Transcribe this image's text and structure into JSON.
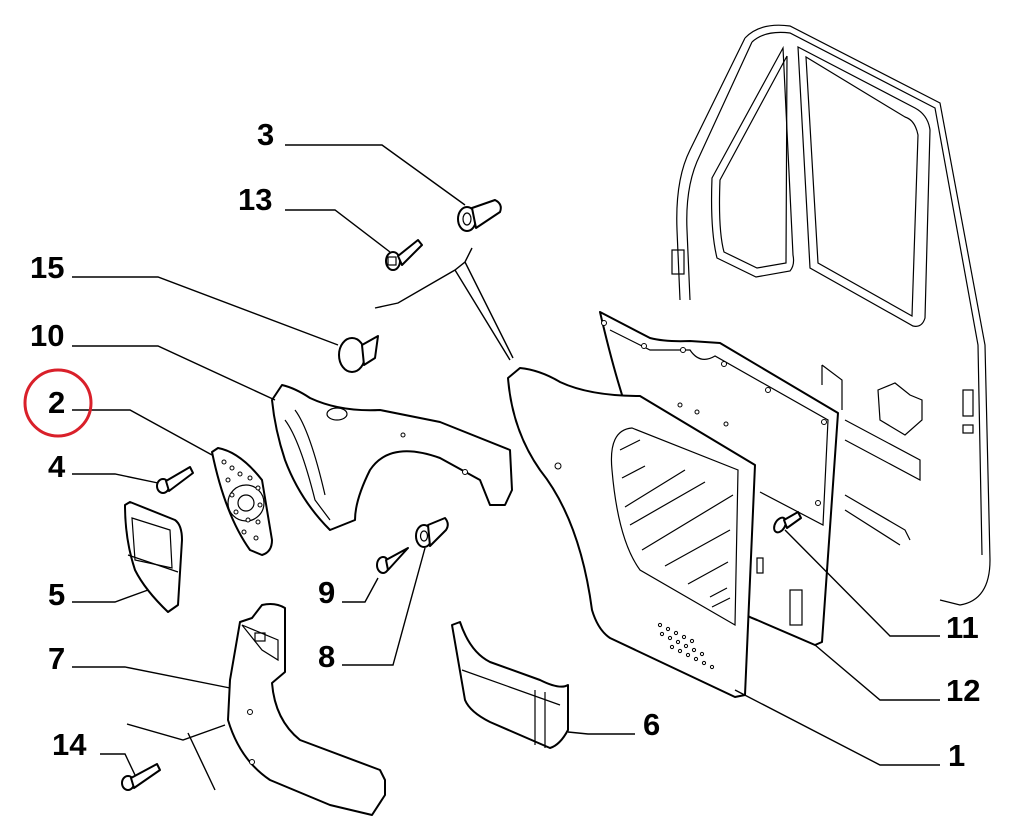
{
  "diagram": {
    "title": "Door trim panel exploded parts diagram",
    "highlight_color": "#d9202a",
    "highlighted_callout": "2",
    "callouts": [
      {
        "id": "c1",
        "label": "1",
        "part": "door-trim-panel"
      },
      {
        "id": "c2",
        "label": "2",
        "part": "speaker-grille"
      },
      {
        "id": "c3",
        "label": "3",
        "part": "push-clip"
      },
      {
        "id": "c4",
        "label": "4",
        "part": "bolt"
      },
      {
        "id": "c5",
        "label": "5",
        "part": "handle-bezel"
      },
      {
        "id": "c6",
        "label": "6",
        "part": "door-pocket"
      },
      {
        "id": "c7",
        "label": "7",
        "part": "armrest-lower"
      },
      {
        "id": "c8",
        "label": "8",
        "part": "push-clip"
      },
      {
        "id": "c9",
        "label": "9",
        "part": "screw"
      },
      {
        "id": "c10",
        "label": "10",
        "part": "armrest-upper"
      },
      {
        "id": "c11",
        "label": "11",
        "part": "screw"
      },
      {
        "id": "c12",
        "label": "12",
        "part": "waterproof-sheet"
      },
      {
        "id": "c13",
        "label": "13",
        "part": "screw"
      },
      {
        "id": "c14",
        "label": "14",
        "part": "bolt"
      },
      {
        "id": "c15",
        "label": "15",
        "part": "push-clip"
      }
    ]
  }
}
